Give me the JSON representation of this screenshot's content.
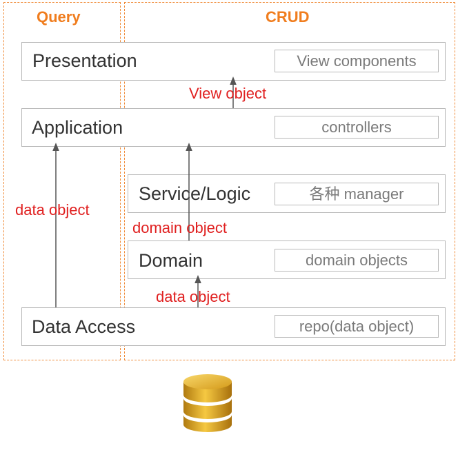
{
  "regions": {
    "query": "Query",
    "crud": "CRUD"
  },
  "layers": {
    "presentation": {
      "label": "Presentation",
      "component": "View components"
    },
    "application": {
      "label": "Application",
      "component": "controllers"
    },
    "service": {
      "label": "Service/Logic",
      "component": "各种 manager"
    },
    "domain": {
      "label": "Domain",
      "component": "domain objects"
    },
    "data_access": {
      "label": "Data Access",
      "component": "repo(data object)"
    }
  },
  "flows": {
    "view_object": "View object",
    "data_object_query": "data object",
    "domain_object": "domain object",
    "data_object_crud": "data object"
  },
  "colors": {
    "region_border": "#f08c3a",
    "region_title": "#f07d1e",
    "flow_label": "#e02020",
    "layer_border": "#b8b8b8",
    "database": "#e0aa1e"
  },
  "icons": {
    "database": "database-icon"
  }
}
